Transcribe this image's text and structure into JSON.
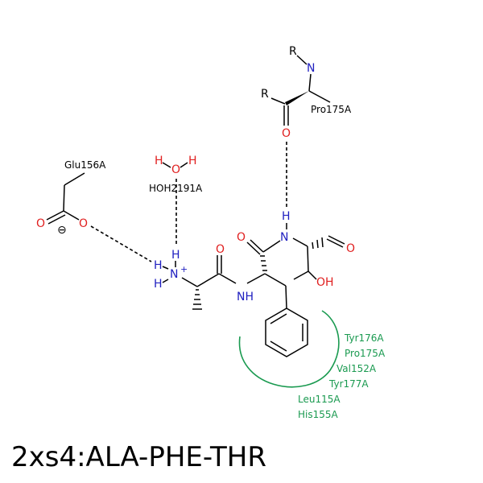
{
  "title": "2xs4:ALA-PHE-THR",
  "atoms": {
    "r_top": "R",
    "n_pro": "N",
    "r_left": "R",
    "o_pro": "O",
    "glu_o1": "O",
    "glu_o2": "O",
    "glu_minus": "⊖",
    "water_h1": "H",
    "water_o": "O",
    "water_h2": "H",
    "n_h_top": "H",
    "n_h_left1": "H",
    "n_ala": "N",
    "n_plus": "+",
    "n_h_left2": "H",
    "o_ala": "O",
    "nh_ala_phe": "NH",
    "o_phe": "O",
    "n_thr": "N",
    "h_thr": "H",
    "o_thr_ald": "O",
    "oh_thr": "OH"
  },
  "residue_labels": {
    "pro": "Pro175A",
    "glu": "Glu156A",
    "water": "HOH2191A"
  },
  "hydrophobic_contacts": [
    "Tyr176A",
    "Pro175A",
    "Val152A",
    "Tyr177A",
    "Leu115A",
    "His155A"
  ],
  "colors": {
    "oxygen": "#e02020",
    "nitrogen": "#2020c0",
    "hydrophobic": "#1a9a50"
  }
}
